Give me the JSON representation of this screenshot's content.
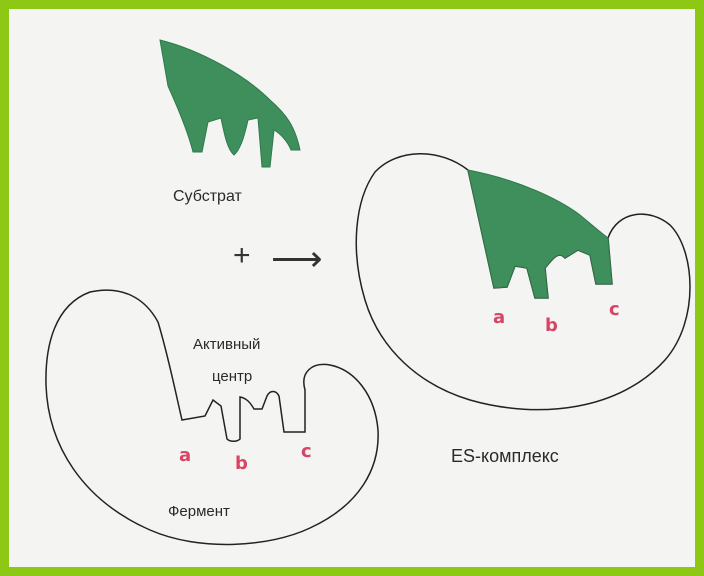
{
  "labels": {
    "substrate": "Субстрат",
    "active_center_line1": "Активный",
    "active_center_line2": "центр",
    "enzyme": "Фермент",
    "es_complex": "ES-комплекс",
    "plus": "+",
    "arrow": "⟶"
  },
  "sites": {
    "enzyme": [
      "a",
      "b",
      "c"
    ],
    "complex": [
      "a",
      "b",
      "c"
    ]
  },
  "colors": {
    "frame_border": "#8cc814",
    "background": "#f4f4f2",
    "substrate_fill": "#3e8f5c",
    "site_label": "#d84466",
    "outline": "#222222"
  }
}
